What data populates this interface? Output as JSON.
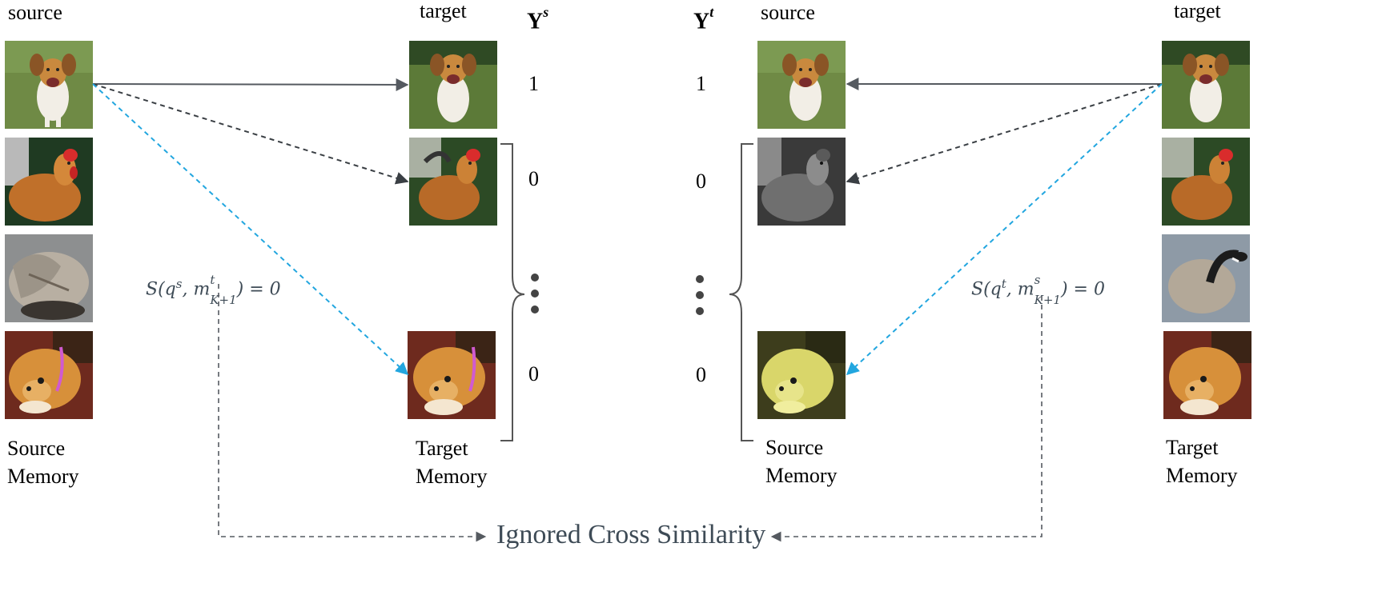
{
  "left_panel": {
    "source_header": "source",
    "target_header": "target",
    "y_header": "Y",
    "y_superscript": "s",
    "y_values": [
      "1",
      "0",
      "0"
    ],
    "source_memory_label": [
      "Source",
      "Memory"
    ],
    "target_memory_label": [
      "Target",
      "Memory"
    ],
    "formula": "S(qˢ, mᵗ_{K+1}) = 0"
  },
  "right_panel": {
    "source_header": "source",
    "target_header": "target",
    "y_header": "Y",
    "y_superscript": "t",
    "y_values": [
      "1",
      "0",
      "0"
    ],
    "source_memory_label": [
      "Source",
      "Memory"
    ],
    "target_memory_label": [
      "Target",
      "Memory"
    ],
    "formula": "S(qᵗ, mˢ_{K+1}) = 0"
  },
  "bottom_caption": "Ignored Cross Similarity",
  "colors": {
    "arrow_solid": "#555a60",
    "arrow_dashed_dark": "#3a3f44",
    "arrow_dashed_blue": "#22a6df",
    "ignored_text": "#3e4b56",
    "bracket": "#555555"
  },
  "images": {
    "dog": "beagle running on grass",
    "rooster": "rooster",
    "goose": "goose",
    "yorkie": "yorkshire terrier lying down",
    "rooster_gray": "grayscale rooster",
    "yorkie_yellow": "yellow-tinted yorkshire terrier"
  }
}
